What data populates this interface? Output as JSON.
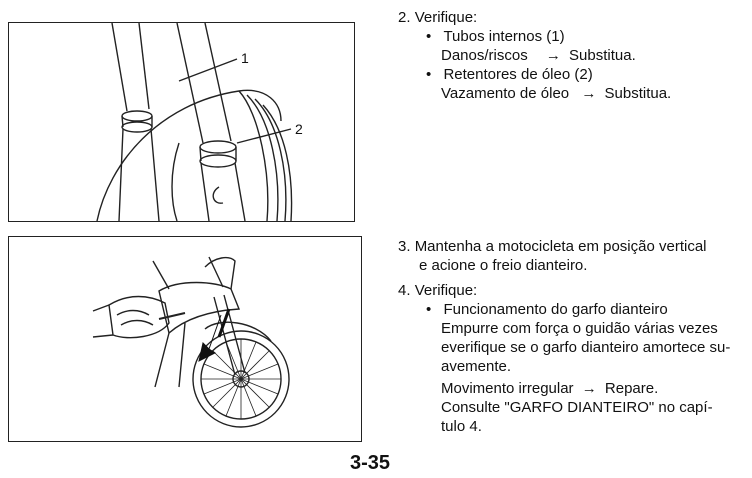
{
  "figure1": {
    "callout_1": "1",
    "callout_2": "2"
  },
  "step2": {
    "number": "2.",
    "heading": "Verifique:",
    "items": [
      {
        "title": "Tubos internos (1)",
        "condition": "Danos/riscos",
        "action": "Substitua."
      },
      {
        "title": "Retentores de óleo (2)",
        "condition": "Vazamento de óleo",
        "action": "Substitua."
      }
    ]
  },
  "step3": {
    "number": "3.",
    "lines": [
      "Mantenha a motocicleta em posição vertical",
      "e acione o freio dianteiro."
    ]
  },
  "step4": {
    "number": "4.",
    "heading": "Verifique:",
    "item_title": "Funcionamento do garfo dianteiro",
    "lines": [
      "Empurre com força o guidão várias vezes",
      "everifique se o garfo dianteiro amortece su-",
      "avemente.",
      "Movimento irregular",
      "Consulte \"GARFO DIANTEIRO\" no capí-",
      "tulo 4."
    ],
    "irregular_action": "Repare."
  },
  "symbols": {
    "arrow": "→",
    "bullet": "•"
  },
  "page_number": "3-35"
}
